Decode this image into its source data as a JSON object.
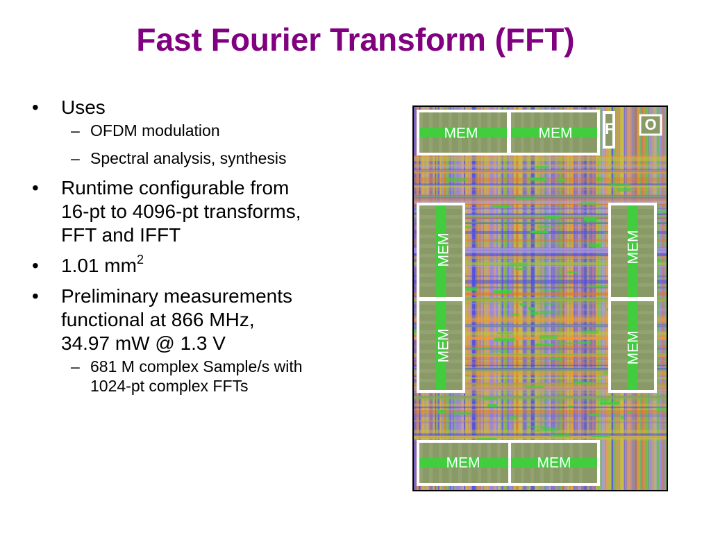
{
  "title": "Fast Fourier Transform (FFT)",
  "bullets": {
    "uses": "Uses",
    "uses_sub1": "OFDM modulation",
    "uses_sub2": "Spectral analysis, synthesis",
    "runtime_1": "Runtime configurable from",
    "runtime_2": "16-pt to 4096-pt transforms,",
    "runtime_3": "FFT and IFFT",
    "area": "1.01 mm",
    "area_sup": "2",
    "prelim_1": "Preliminary measurements",
    "prelim_2": "functional at 866 MHz,",
    "prelim_3": "34.97 mW @ 1.3 V",
    "throughput_1": "681 M complex Sample/s with",
    "throughput_2": "1024-pt complex FFTs"
  },
  "bullet_glyph": "•",
  "dash_glyph": "–",
  "chip": {
    "mem_label": "MEM",
    "block_f": "F",
    "block_o": "O"
  },
  "colors": {
    "title": "#800080",
    "mem_block": "#3ad13a",
    "mem_fill": "#8a9a66",
    "logic_orange": "#f39a2a",
    "logic_violet": "#9a8ad8",
    "logic_blue": "#4a4ae0"
  }
}
